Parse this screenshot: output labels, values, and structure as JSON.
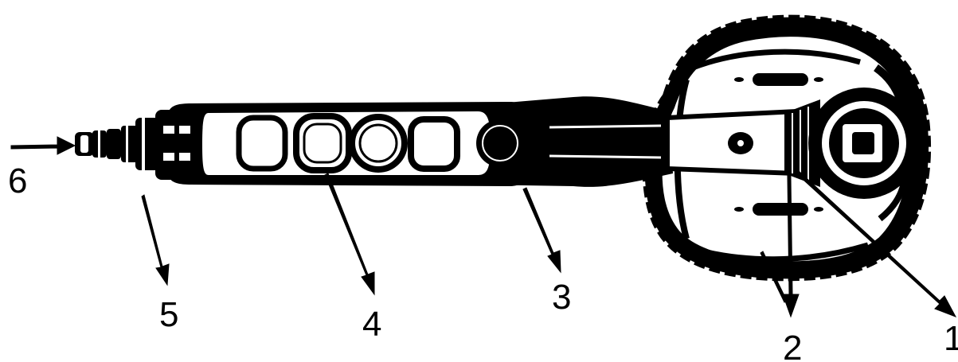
{
  "diagram": {
    "colors": {
      "ink": "#000000",
      "paper": "#ffffff"
    },
    "labels": [
      {
        "id": "1",
        "text": "1"
      },
      {
        "id": "2",
        "text": "2"
      },
      {
        "id": "3",
        "text": "3"
      },
      {
        "id": "4",
        "text": "4"
      },
      {
        "id": "5",
        "text": "5"
      },
      {
        "id": "6",
        "text": "6"
      }
    ]
  }
}
